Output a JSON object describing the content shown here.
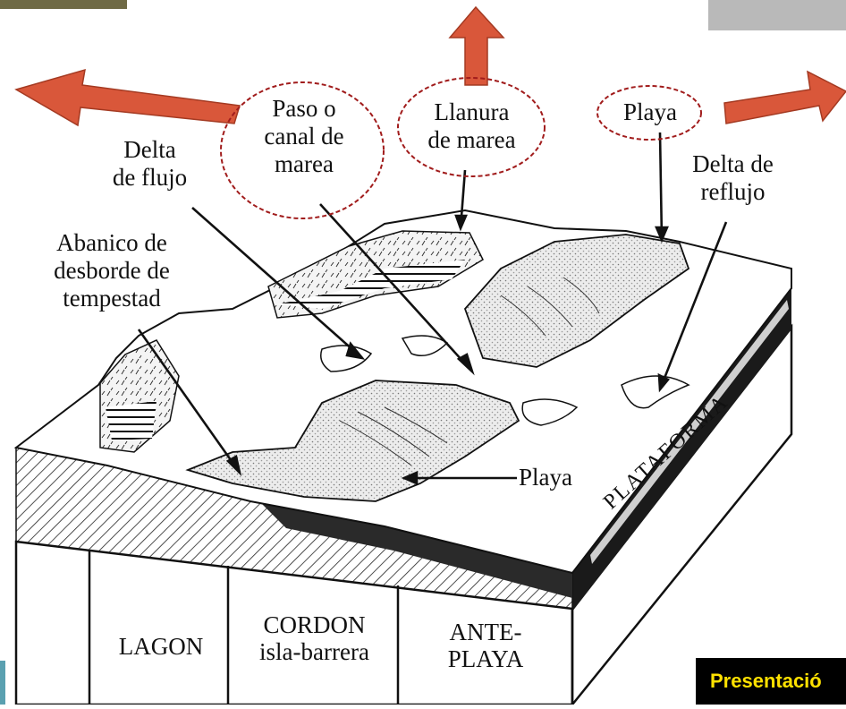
{
  "labels": {
    "paso_canal": [
      "Paso o",
      "canal de",
      "marea"
    ],
    "llanura": [
      "Llanura",
      "de marea"
    ],
    "playa_top": "Playa",
    "delta_flujo": [
      "Delta",
      "de flujo"
    ],
    "delta_reflujo": [
      "Delta de",
      "reflujo"
    ],
    "abanico": [
      "Abanico de",
      "desborde de",
      "tempestad"
    ],
    "playa_mid": "Playa",
    "plataforma": "PLATAFORMA"
  },
  "table": {
    "lagon": "LAGON",
    "cordon": [
      "CORDON",
      "isla-barrera"
    ],
    "anteplaya": [
      "ANTE-",
      "PLAYA"
    ]
  },
  "banner": "Presentació",
  "colors": {
    "arrow": "#d9573a",
    "arrow_stroke": "#a43a22",
    "dashed_ellipse": "#a11c1c",
    "banner_bg": "#000000",
    "banner_text": "#ffe100"
  }
}
